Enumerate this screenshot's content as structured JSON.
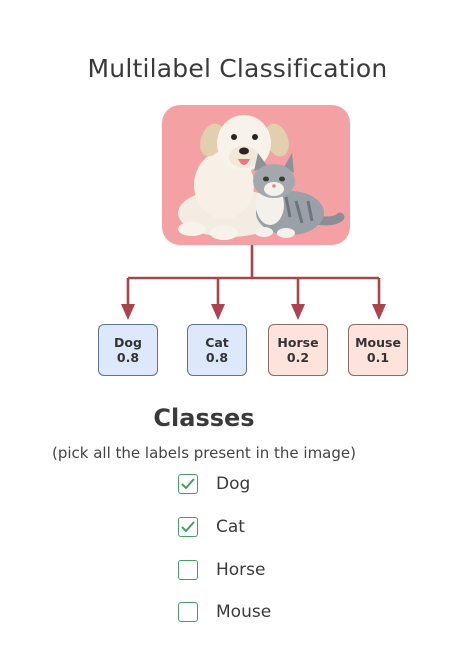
{
  "title": "Multilabel Classification",
  "image": {
    "background": "#f4a1a4",
    "subject": "dog-and-cat-photo"
  },
  "predictions": [
    {
      "label": "Dog",
      "score": "0.8",
      "style": "blue"
    },
    {
      "label": "Cat",
      "score": "0.8",
      "style": "blue"
    },
    {
      "label": "Horse",
      "score": "0.2",
      "style": "red"
    },
    {
      "label": "Mouse",
      "score": "0.1",
      "style": "red"
    }
  ],
  "colors": {
    "arrow": "#a9454c",
    "checkbox": "#4a9a68",
    "blue_box": "#dde9fb",
    "red_box": "#fde3dc"
  },
  "classes": {
    "title": "Classes",
    "subtitle": "(pick all the labels present in the image)",
    "options": [
      {
        "label": "Dog",
        "checked": true
      },
      {
        "label": "Cat",
        "checked": true
      },
      {
        "label": "Horse",
        "checked": false
      },
      {
        "label": "Mouse",
        "checked": false
      }
    ]
  }
}
